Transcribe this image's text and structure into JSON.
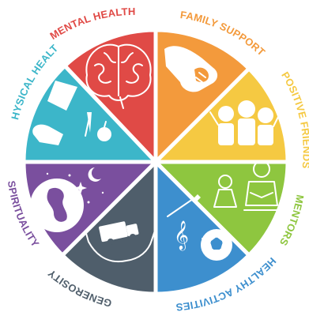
{
  "segments": [
    {
      "id": "mental-health",
      "label": "MENTAL HEALTH",
      "color": "#e04a46",
      "icon": "brain-icon"
    },
    {
      "id": "family-support",
      "label": "FAMILY SUPPORT",
      "color": "#f39a3c",
      "icon": "holding-hands-icon"
    },
    {
      "id": "positive-friends",
      "label": "POSITIVE FRIENDS",
      "color": "#f5c942",
      "icon": "friends-group-icon"
    },
    {
      "id": "mentors",
      "label": "MENTORS",
      "color": "#8ec63f",
      "icon": "mentor-reading-icon"
    },
    {
      "id": "healthy-activities",
      "label": "HEALTHY ACTIVITIES",
      "color": "#3d8fce",
      "icon": "activities-icon"
    },
    {
      "id": "generosity",
      "label": "GENEROSITY",
      "color": "#4f5e6b",
      "icon": "giving-hands-icon"
    },
    {
      "id": "spirituality",
      "label": "SPIRITUALITY",
      "color": "#7a4f9e",
      "icon": "earth-stars-icon"
    },
    {
      "id": "physical-health",
      "label": "PHYSICAL HEALTH",
      "color": "#3cb6c9",
      "icon": "healthy-food-icon"
    }
  ]
}
